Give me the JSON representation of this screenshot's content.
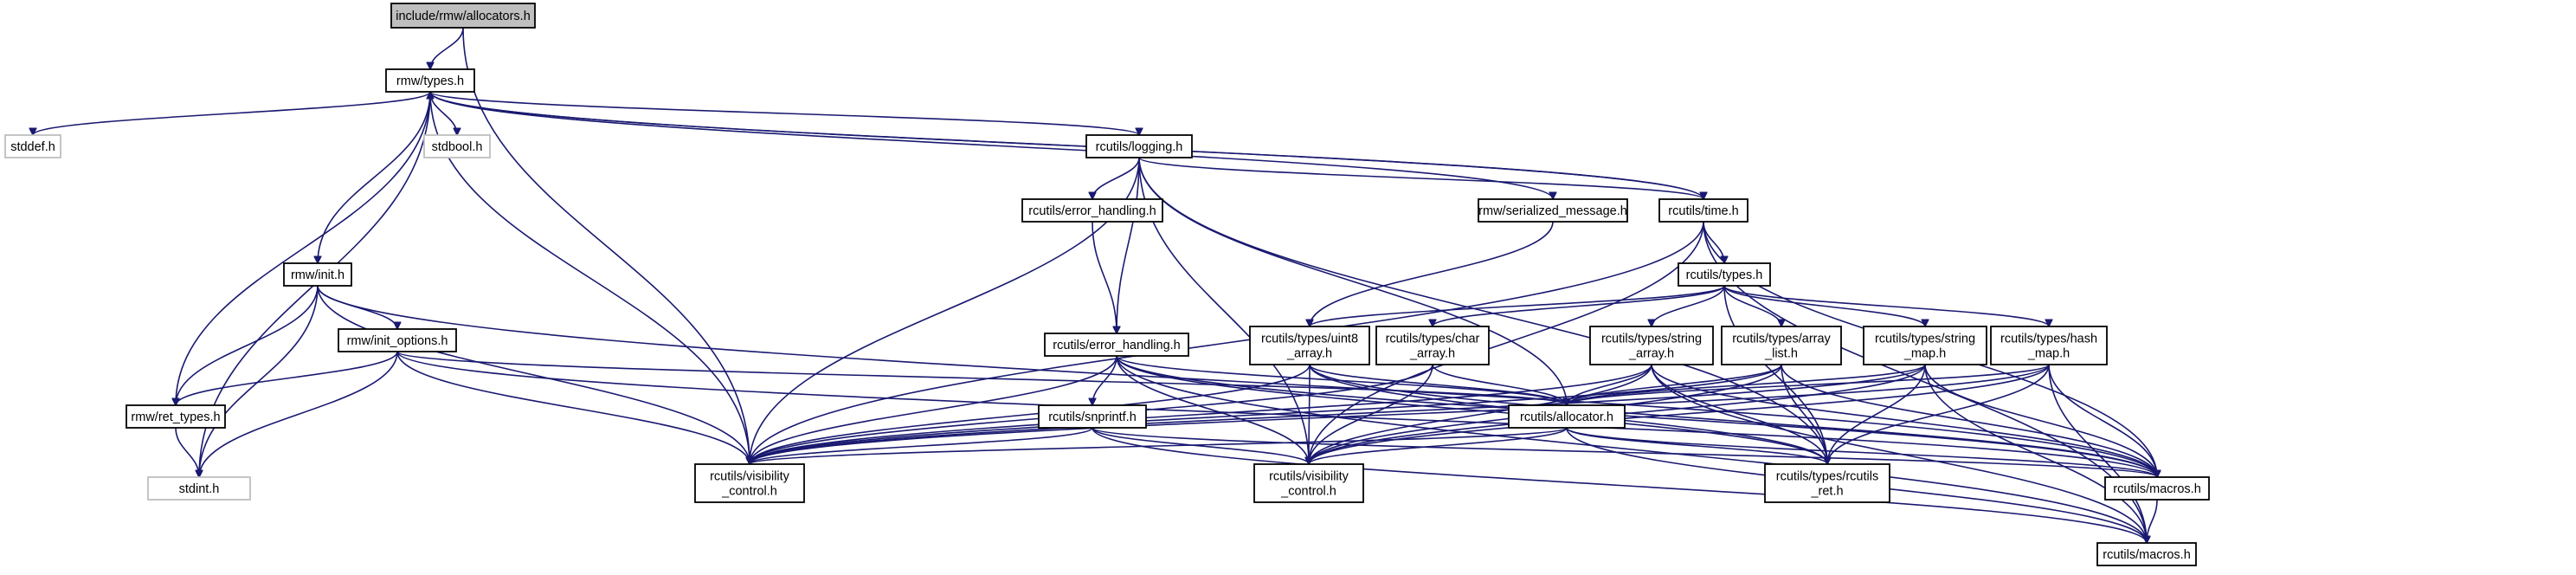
{
  "graph": {
    "nodes": [
      {
        "id": "n_alloc",
        "kind": "root",
        "lines": [
          "include/rmw/allocators.h"
        ]
      },
      {
        "id": "n_types",
        "kind": "local",
        "lines": [
          "rmw/types.h"
        ]
      },
      {
        "id": "n_stddef",
        "kind": "system",
        "lines": [
          "stddef.h"
        ]
      },
      {
        "id": "n_stdbool",
        "kind": "system",
        "lines": [
          "stdbool.h"
        ]
      },
      {
        "id": "n_logging",
        "kind": "local",
        "lines": [
          "rcutils/logging.h"
        ]
      },
      {
        "id": "n_errh1",
        "kind": "local",
        "lines": [
          "rcutils/error_handling.h"
        ]
      },
      {
        "id": "n_sermsg",
        "kind": "local",
        "lines": [
          "rmw/serialized_message.h"
        ]
      },
      {
        "id": "n_time",
        "kind": "local",
        "lines": [
          "rcutils/time.h"
        ]
      },
      {
        "id": "n_init",
        "kind": "local",
        "lines": [
          "rmw/init.h"
        ]
      },
      {
        "id": "n_ctypes",
        "kind": "local",
        "lines": [
          "rcutils/types.h"
        ]
      },
      {
        "id": "n_initopt",
        "kind": "local",
        "lines": [
          "rmw/init_options.h"
        ]
      },
      {
        "id": "n_errh2",
        "kind": "local",
        "lines": [
          "rcutils/error_handling.h"
        ]
      },
      {
        "id": "n_uint8",
        "kind": "local",
        "lines": [
          "rcutils/types/uint8",
          "_array.h"
        ]
      },
      {
        "id": "n_chararr",
        "kind": "local",
        "lines": [
          "rcutils/types/char",
          "_array.h"
        ]
      },
      {
        "id": "n_strarr",
        "kind": "local",
        "lines": [
          "rcutils/types/string",
          "_array.h"
        ]
      },
      {
        "id": "n_arrlist",
        "kind": "local",
        "lines": [
          "rcutils/types/array",
          "_list.h"
        ]
      },
      {
        "id": "n_strmap",
        "kind": "local",
        "lines": [
          "rcutils/types/string",
          "_map.h"
        ]
      },
      {
        "id": "n_hashmap",
        "kind": "local",
        "lines": [
          "rcutils/types/hash",
          "_map.h"
        ]
      },
      {
        "id": "n_rettypes",
        "kind": "local",
        "lines": [
          "rmw/ret_types.h"
        ]
      },
      {
        "id": "n_snprintf",
        "kind": "local",
        "lines": [
          "rcutils/snprintf.h"
        ]
      },
      {
        "id": "n_callocator",
        "kind": "local",
        "lines": [
          "rcutils/allocator.h"
        ]
      },
      {
        "id": "n_stdint",
        "kind": "system",
        "lines": [
          "stdint.h"
        ]
      },
      {
        "id": "n_vis1",
        "kind": "local",
        "lines": [
          "rcutils/visibility",
          "_control.h"
        ]
      },
      {
        "id": "n_vis2",
        "kind": "local",
        "lines": [
          "rcutils/visibility",
          "_control.h"
        ]
      },
      {
        "id": "n_rcret",
        "kind": "local",
        "lines": [
          "rcutils/types/rcutils",
          "_ret.h"
        ]
      },
      {
        "id": "n_macros1",
        "kind": "local",
        "lines": [
          "rcutils/macros.h"
        ]
      },
      {
        "id": "n_macros2",
        "kind": "local",
        "lines": [
          "rcutils/macros.h"
        ]
      }
    ],
    "edges": [
      [
        "n_alloc",
        "n_types"
      ],
      [
        "n_alloc",
        "n_vis1"
      ],
      [
        "n_types",
        "n_stddef"
      ],
      [
        "n_types",
        "n_stdbool"
      ],
      [
        "n_types",
        "n_stdint"
      ],
      [
        "n_types",
        "n_logging"
      ],
      [
        "n_types",
        "n_sermsg"
      ],
      [
        "n_types",
        "n_time"
      ],
      [
        "n_types",
        "n_init"
      ],
      [
        "n_types",
        "n_rettypes"
      ],
      [
        "n_types",
        "n_vis1"
      ],
      [
        "n_logging",
        "n_errh1"
      ],
      [
        "n_logging",
        "n_errh2"
      ],
      [
        "n_logging",
        "n_time"
      ],
      [
        "n_logging",
        "n_vis1"
      ],
      [
        "n_logging",
        "n_vis2"
      ],
      [
        "n_logging",
        "n_callocator"
      ],
      [
        "n_logging",
        "n_rcret"
      ],
      [
        "n_errh1",
        "n_errh2"
      ],
      [
        "n_sermsg",
        "n_uint8"
      ],
      [
        "n_time",
        "n_types"
      ],
      [
        "n_time",
        "n_ctypes"
      ],
      [
        "n_time",
        "n_vis1"
      ],
      [
        "n_time",
        "n_vis2"
      ],
      [
        "n_time",
        "n_macros1"
      ],
      [
        "n_time",
        "n_macros2"
      ],
      [
        "n_init",
        "n_initopt"
      ],
      [
        "n_init",
        "n_rettypes"
      ],
      [
        "n_init",
        "n_stdint"
      ],
      [
        "n_init",
        "n_vis1"
      ],
      [
        "n_init",
        "n_macros1"
      ],
      [
        "n_ctypes",
        "n_uint8"
      ],
      [
        "n_ctypes",
        "n_chararr"
      ],
      [
        "n_ctypes",
        "n_strarr"
      ],
      [
        "n_ctypes",
        "n_arrlist"
      ],
      [
        "n_ctypes",
        "n_strmap"
      ],
      [
        "n_ctypes",
        "n_hashmap"
      ],
      [
        "n_ctypes",
        "n_rcret"
      ],
      [
        "n_initopt",
        "n_rettypes"
      ],
      [
        "n_initopt",
        "n_stdint"
      ],
      [
        "n_initopt",
        "n_vis1"
      ],
      [
        "n_initopt",
        "n_callocator"
      ],
      [
        "n_initopt",
        "n_macros1"
      ],
      [
        "n_errh2",
        "n_snprintf"
      ],
      [
        "n_errh2",
        "n_vis1"
      ],
      [
        "n_errh2",
        "n_vis2"
      ],
      [
        "n_errh2",
        "n_callocator"
      ],
      [
        "n_errh2",
        "n_rcret"
      ],
      [
        "n_errh2",
        "n_macros1"
      ],
      [
        "n_errh2",
        "n_macros2"
      ],
      [
        "n_uint8",
        "n_callocator"
      ],
      [
        "n_uint8",
        "n_vis1"
      ],
      [
        "n_uint8",
        "n_vis2"
      ],
      [
        "n_uint8",
        "n_rcret"
      ],
      [
        "n_uint8",
        "n_macros1"
      ],
      [
        "n_chararr",
        "n_callocator"
      ],
      [
        "n_chararr",
        "n_vis1"
      ],
      [
        "n_chararr",
        "n_vis2"
      ],
      [
        "n_strarr",
        "n_callocator"
      ],
      [
        "n_strarr",
        "n_vis1"
      ],
      [
        "n_strarr",
        "n_vis2"
      ],
      [
        "n_strarr",
        "n_rcret"
      ],
      [
        "n_strarr",
        "n_macros1"
      ],
      [
        "n_strarr",
        "n_macros2"
      ],
      [
        "n_arrlist",
        "n_callocator"
      ],
      [
        "n_arrlist",
        "n_vis1"
      ],
      [
        "n_arrlist",
        "n_vis2"
      ],
      [
        "n_arrlist",
        "n_rcret"
      ],
      [
        "n_arrlist",
        "n_macros1"
      ],
      [
        "n_strmap",
        "n_callocator"
      ],
      [
        "n_strmap",
        "n_vis1"
      ],
      [
        "n_strmap",
        "n_vis2"
      ],
      [
        "n_strmap",
        "n_rcret"
      ],
      [
        "n_strmap",
        "n_macros1"
      ],
      [
        "n_strmap",
        "n_macros2"
      ],
      [
        "n_hashmap",
        "n_callocator"
      ],
      [
        "n_hashmap",
        "n_vis1"
      ],
      [
        "n_hashmap",
        "n_vis2"
      ],
      [
        "n_hashmap",
        "n_rcret"
      ],
      [
        "n_hashmap",
        "n_macros1"
      ],
      [
        "n_hashmap",
        "n_macros2"
      ],
      [
        "n_rettypes",
        "n_stdint"
      ],
      [
        "n_snprintf",
        "n_vis1"
      ],
      [
        "n_snprintf",
        "n_vis2"
      ],
      [
        "n_snprintf",
        "n_macros1"
      ],
      [
        "n_snprintf",
        "n_macros2"
      ],
      [
        "n_callocator",
        "n_vis1"
      ],
      [
        "n_callocator",
        "n_vis2"
      ],
      [
        "n_callocator",
        "n_rcret"
      ],
      [
        "n_callocator",
        "n_macros1"
      ],
      [
        "n_callocator",
        "n_macros2"
      ],
      [
        "n_macros1",
        "n_macros2"
      ]
    ]
  }
}
